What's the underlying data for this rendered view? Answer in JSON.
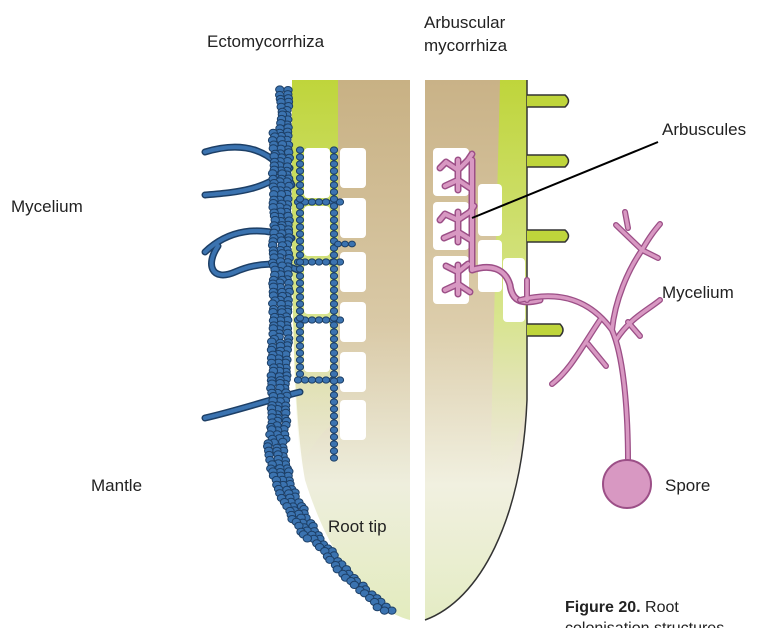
{
  "labels": {
    "ectomycorrhiza": "Ectomycorrhiza",
    "arbuscular_line1": "Arbuscular",
    "arbuscular_line2": "mycorrhiza",
    "mycelium_left": "Mycelium",
    "mantle": "Mantle",
    "root_tip": "Root tip",
    "arbuscules": "Arbuscules",
    "mycelium_right": "Mycelium",
    "spore": "Spore"
  },
  "caption": {
    "figure_label": "Figure 20.",
    "text": "Root colonisation structures"
  },
  "colors": {
    "hyphae_blue": "#3b73b0",
    "hyphae_outline": "#1d3f66",
    "am_pink": "#d898c2",
    "am_outline": "#9c4f87",
    "root_tan": "#cdb98d",
    "root_green": "#bcd23c",
    "root_tip_pale": "#eef3d8"
  }
}
